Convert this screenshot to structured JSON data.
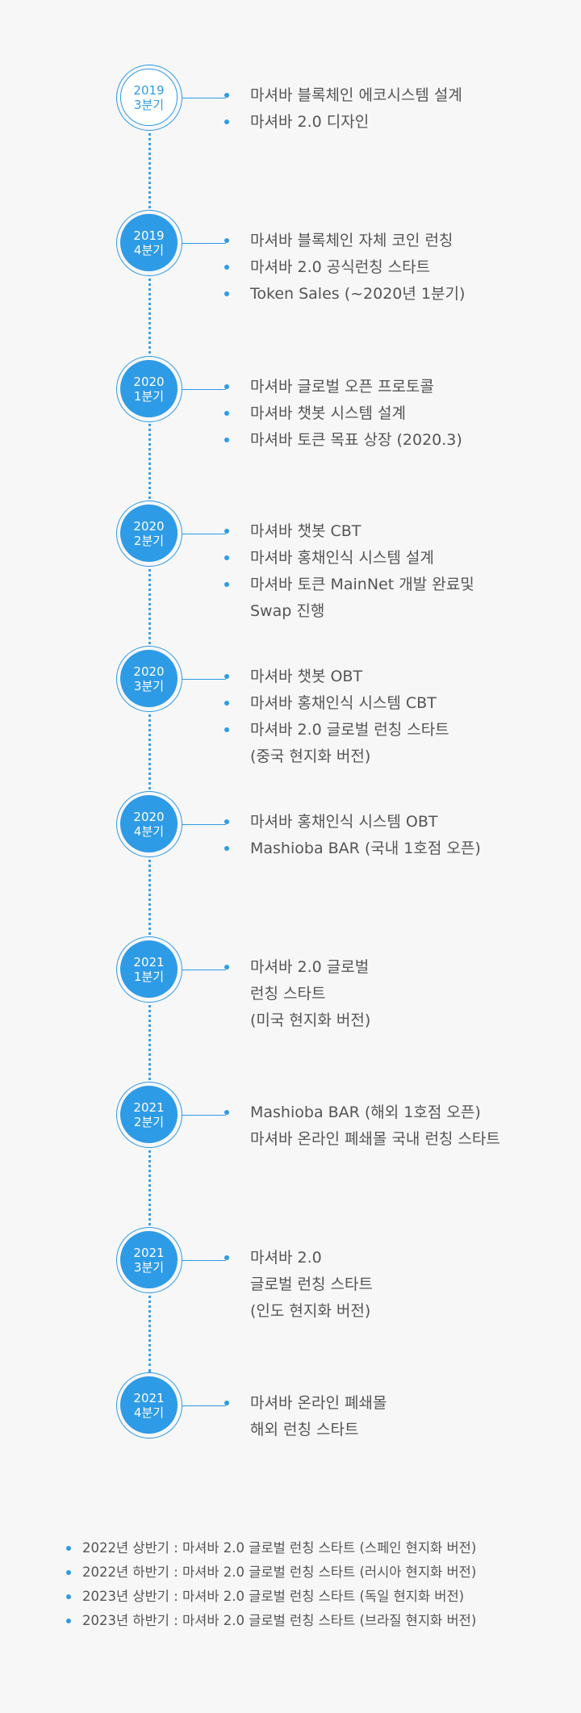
{
  "timeline": [
    {
      "year": "2019",
      "quarter": "3분기",
      "style": "outline",
      "items": [
        [
          "마셔바 블록체인 에코시스템 설계"
        ],
        [
          "마셔바 2.0 디자인"
        ]
      ]
    },
    {
      "year": "2019",
      "quarter": "4분기",
      "style": "filled",
      "items": [
        [
          "마셔바 블록체인 자체 코인 런칭"
        ],
        [
          "마셔바 2.0 공식런칭 스타트"
        ],
        [
          "Token Sales (~2020년 1분기)"
        ]
      ]
    },
    {
      "year": "2020",
      "quarter": "1분기",
      "style": "filled",
      "items": [
        [
          "마셔바 글로벌 오픈 프로토콜"
        ],
        [
          "마셔바 챗봇 시스템 설계"
        ],
        [
          "마셔바 토큰 목표 상장 (2020.3)"
        ]
      ]
    },
    {
      "year": "2020",
      "quarter": "2분기",
      "style": "filled",
      "items": [
        [
          "마셔바 챗봇 CBT"
        ],
        [
          "마셔바 홍채인식 시스템 설계"
        ],
        [
          "마셔바 토큰 MainNet 개발 완료및",
          "Swap 진행"
        ]
      ]
    },
    {
      "year": "2020",
      "quarter": "3분기",
      "style": "filled",
      "items": [
        [
          "마셔바 챗봇 OBT"
        ],
        [
          "마셔바 홍채인식 시스템 CBT"
        ],
        [
          "마셔바 2.0 글로벌 런칭 스타트",
          "(중국 현지화 버전)"
        ]
      ]
    },
    {
      "year": "2020",
      "quarter": "4분기",
      "style": "filled",
      "items": [
        [
          "마셔바 홍채인식 시스템 OBT"
        ],
        [
          "Mashioba BAR (국내 1호점 오픈)"
        ]
      ]
    },
    {
      "year": "2021",
      "quarter": "1분기",
      "style": "filled",
      "items": [
        [
          "마셔바 2.0 글로벌",
          "런칭 스타트",
          "(미국 현지화 버전)"
        ]
      ]
    },
    {
      "year": "2021",
      "quarter": "2분기",
      "style": "filled",
      "items": [
        [
          "Mashioba BAR (해외 1호점 오픈)",
          "마셔바 온라인 폐쇄몰 국내 런칭 스타트"
        ]
      ]
    },
    {
      "year": "2021",
      "quarter": "3분기",
      "style": "filled",
      "items": [
        [
          "마셔바 2.0",
          "글로벌 런칭 스타트",
          "(인도 현지화 버전)"
        ]
      ]
    },
    {
      "year": "2021",
      "quarter": "4분기",
      "style": "filled",
      "items": [
        [
          "마셔바 온라인 폐쇄몰",
          "해외 런칭 스타트"
        ]
      ]
    }
  ],
  "future_plans": [
    "2022년 상반기 : 마셔바 2.0 글로벌 런칭 스타트 (스페인 현지화 버전)",
    "2022년 하반기 : 마셔바 2.0 글로벌 런칭 스타트 (러시아 현지화 버전)",
    "2023년 상반기 : 마셔바 2.0 글로벌 런칭 스타트 (독일 현지화 버전)",
    "2023년 하반기 : 마셔바 2.0 글로벌 런칭 스타트 (브라질 현지화 버전)"
  ],
  "colors": {
    "accent": "#2e9be6",
    "text": "#555555",
    "background": "#f7f7f8"
  }
}
